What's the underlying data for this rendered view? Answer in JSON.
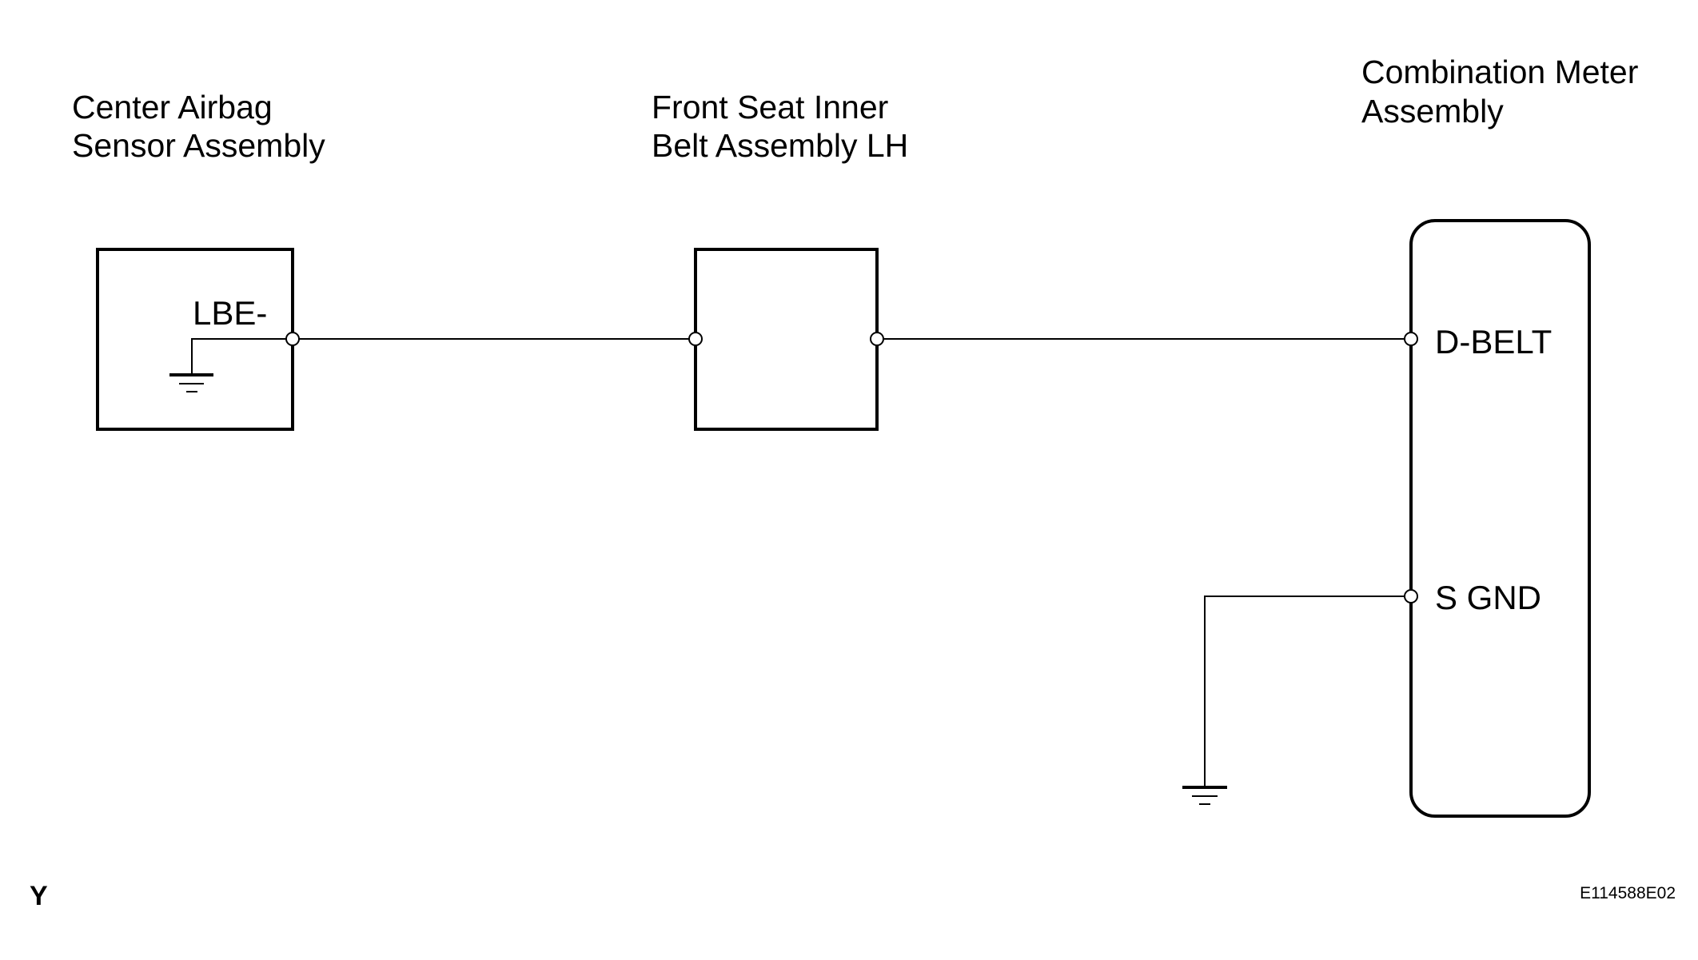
{
  "components": {
    "center_airbag_sensor": {
      "title_line1": "Center Airbag",
      "title_line2": "Sensor Assembly",
      "pin": "LBE-"
    },
    "front_seat_inner_belt": {
      "title_line1": "Front Seat Inner",
      "title_line2": "Belt Assembly LH"
    },
    "combination_meter": {
      "title_line1": "Combination Meter",
      "title_line2": "Assembly",
      "pin_top": "D-BELT",
      "pin_bottom": "S GND"
    }
  },
  "corner_label": "Y",
  "figure_code": "E114588E02",
  "colors": {
    "line": "#000000",
    "background": "#ffffff"
  }
}
